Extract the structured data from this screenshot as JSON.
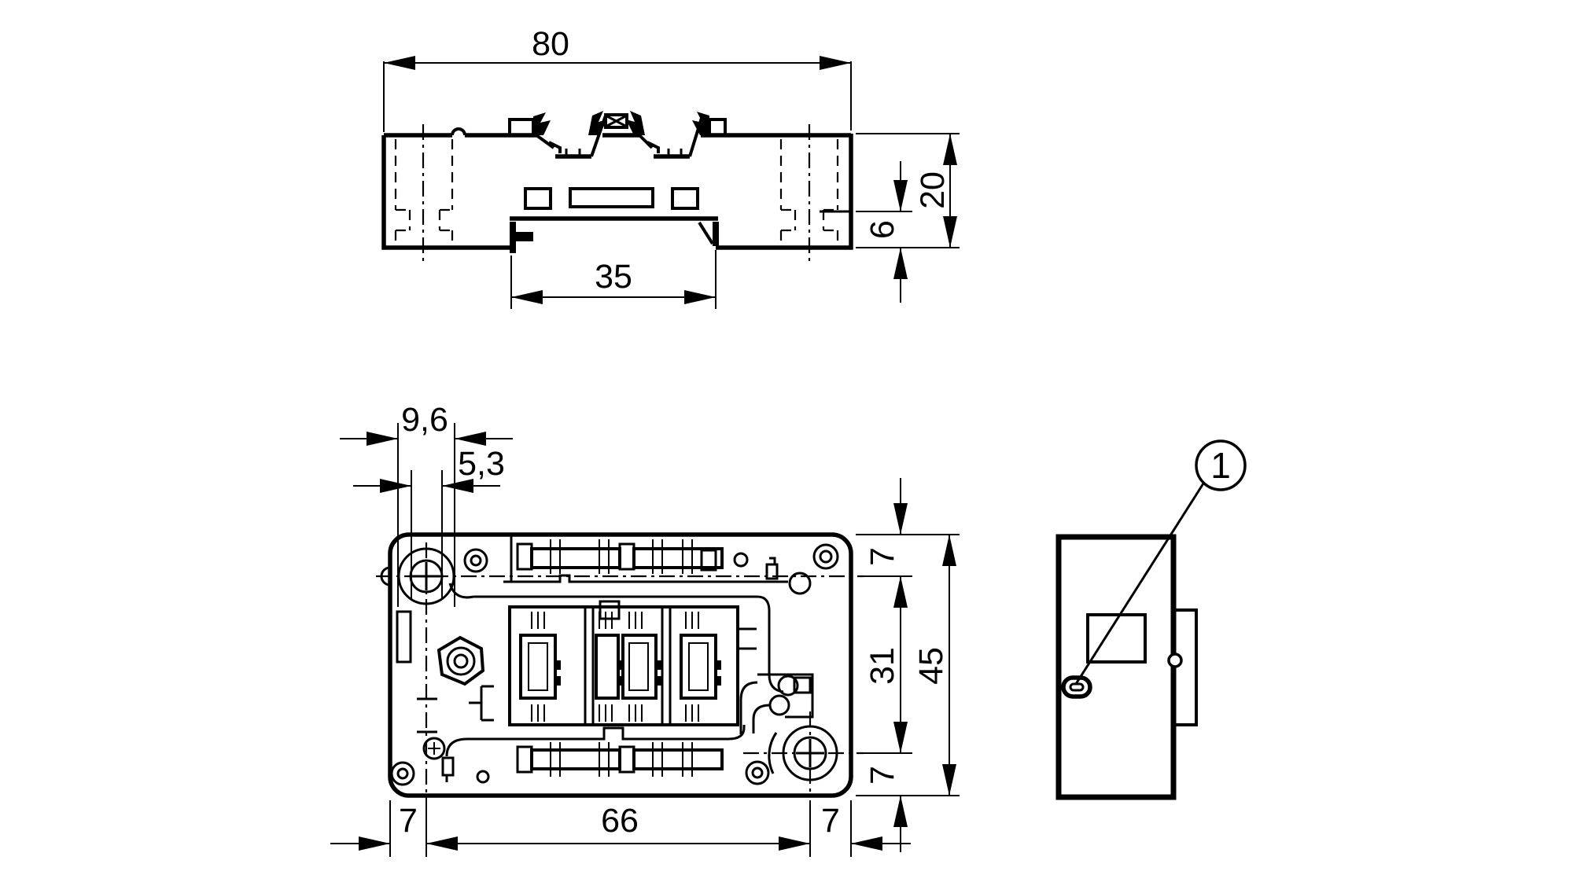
{
  "drawing": {
    "type": "technical-dimensional-drawing",
    "background": "#ffffff",
    "line_color": "#000000",
    "dims": {
      "top_view": {
        "overall_width": "80",
        "rail_slot_width": "35",
        "overall_height": "20",
        "step_height": "6"
      },
      "bottom_view": {
        "boss_slot_outer": "9,6",
        "boss_slot_inner": "5,3",
        "margin_top": "7",
        "screw_span_vertical": "31",
        "overall_height": "45",
        "margin_bottom": "7",
        "margin_left": "7",
        "screw_span_horizontal": "66",
        "margin_right": "7"
      },
      "side_view": {
        "callout_number": "1"
      }
    }
  }
}
